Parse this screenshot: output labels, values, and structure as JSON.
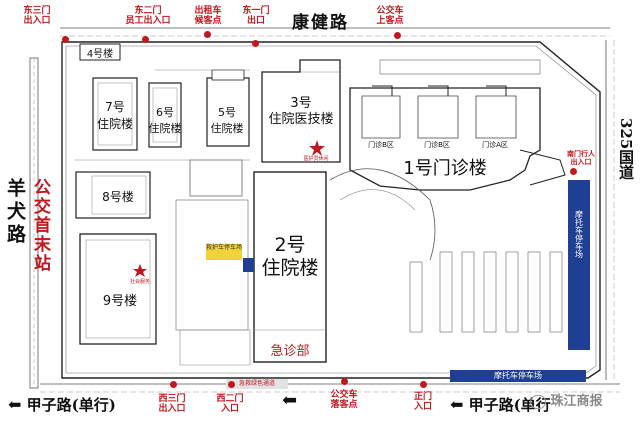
{
  "roads": {
    "north": "康健路",
    "west": "羊犬路",
    "south_left": "甲子路(单行)",
    "south_right": "甲子路(单行",
    "east_prefix": "325",
    "east_suffix": "国道"
  },
  "bus_terminal": "公交首末站",
  "gates": {
    "east3": "东三门\n出入口",
    "east2": "东二门\n员工出入口",
    "taxi": "出租车\n候客点",
    "east1": "东一门\n出口",
    "bus_north": "公交车\n上客点",
    "west3": "西三门\n出入口",
    "west2": "西二门\n入口",
    "bus_south": "公交车\n落客点",
    "south_main": "正门\n入口",
    "south_ped": "南门行人\n出入口"
  },
  "buildings": {
    "b4": "4号楼",
    "b7": "7号\n住院楼",
    "b6": "6号\n住院楼",
    "b5": "5号\n住院楼",
    "b3": "3号\n住院医技楼",
    "b1": "1号门诊楼",
    "b8": "8号楼",
    "b9": "9号楼",
    "b2": "2号\n住院楼",
    "er": "急诊部",
    "clinic_c": "门诊B区",
    "clinic_b": "门诊B区",
    "clinic_a": "门诊A区"
  },
  "small_labels": {
    "b3_star": "医护员休闲",
    "b9_star": "社会服务",
    "moto_east": "摩托车停车场",
    "moto_south": "摩托车停车场",
    "ambulance": "救护车停车场",
    "south_ramp": "急救绿色通道"
  },
  "watermark": "珠江商报",
  "colors": {
    "accent_red": "#c0181f",
    "parking_blue": "#1f3f94"
  }
}
